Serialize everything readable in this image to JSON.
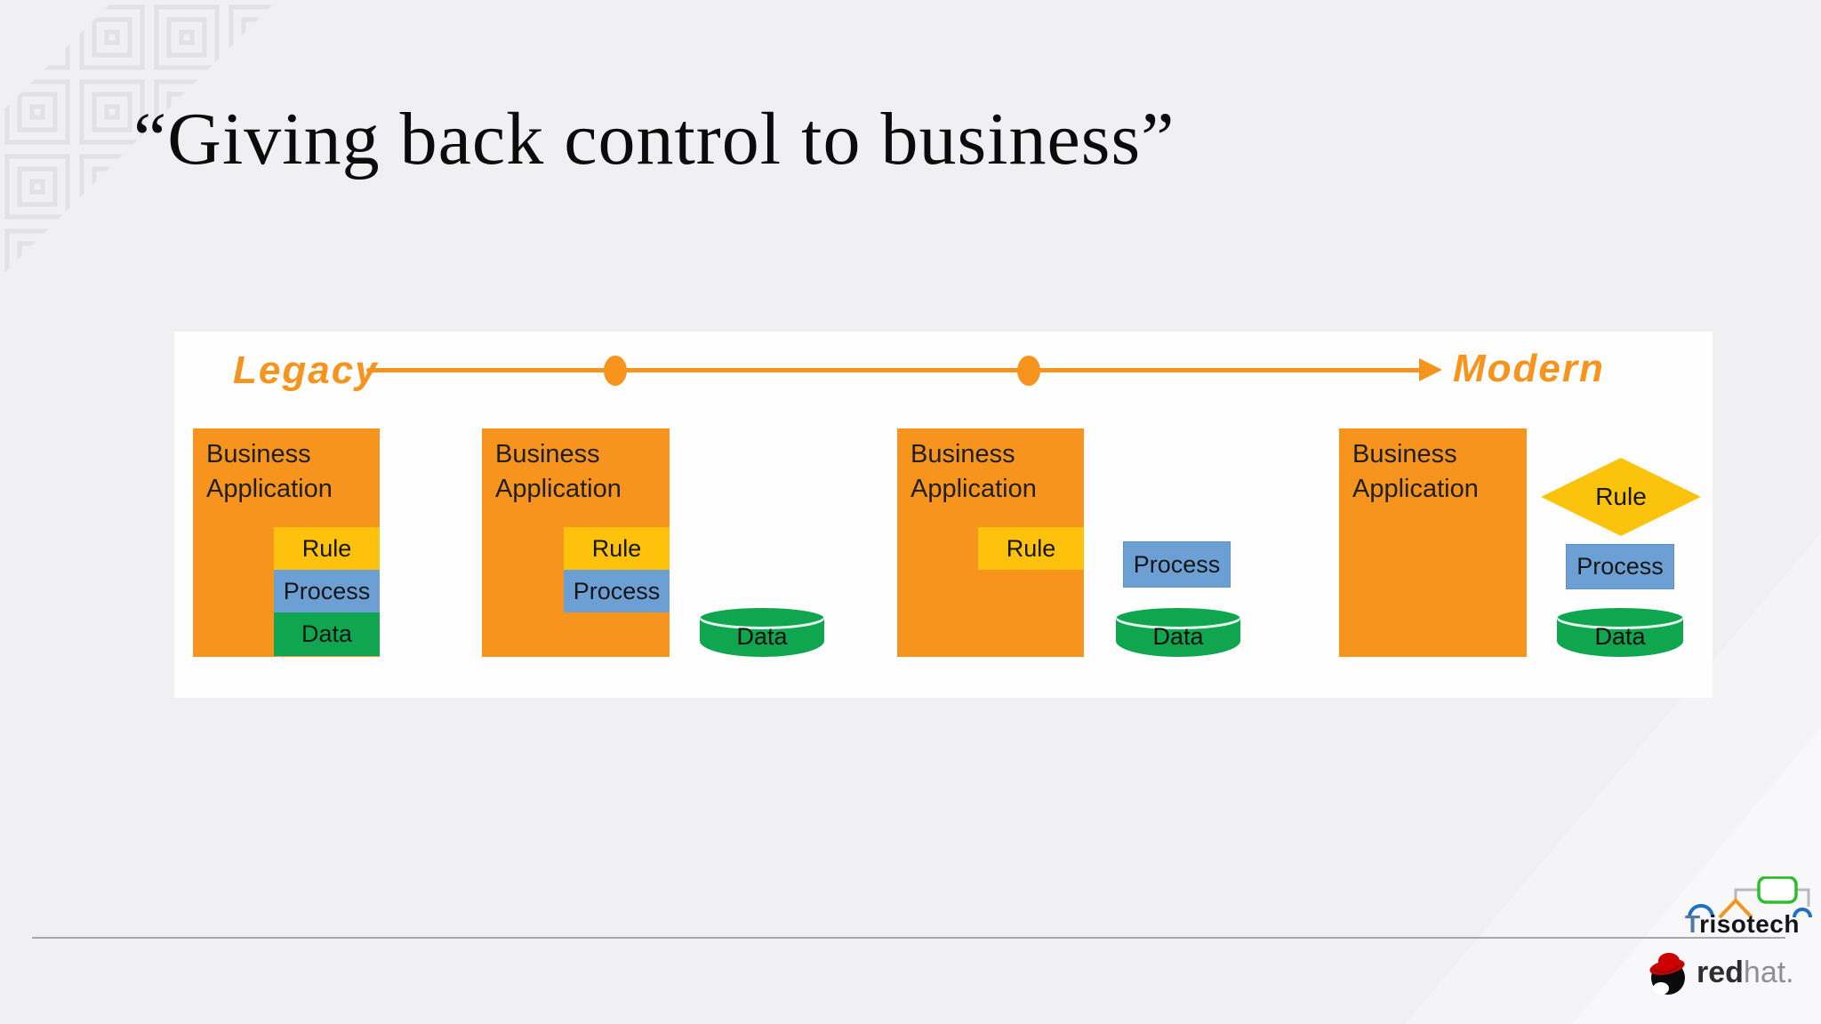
{
  "slide": {
    "title": "“Giving back control to business”"
  },
  "timeline": {
    "left_label": "Legacy",
    "right_label": "Modern",
    "color": "#f7941d",
    "dot_count": 2
  },
  "stages": [
    {
      "app_label": "Business Application",
      "rule_label": "Rule",
      "process_label": "Process",
      "data_label": "Data"
    },
    {
      "app_label": "Business Application",
      "rule_label": "Rule",
      "process_label": "Process",
      "data_label": "Data"
    },
    {
      "app_label": "Business Application",
      "rule_label": "Rule",
      "process_label": "Process",
      "data_label": "Data"
    },
    {
      "app_label": "Business Application",
      "rule_label": "Rule",
      "process_label": "Process",
      "data_label": "Data"
    }
  ],
  "colors": {
    "app_orange": "#f7941e",
    "rule_yellow": "#fec20d",
    "process_blue": "#6c9fd4",
    "data_green": "#10a64f",
    "background": "#f0f0f2",
    "panel": "#fefefe"
  },
  "footer": {
    "trisotech_initial": "T",
    "trisotech_rest": "risotech",
    "redhat_red": "red",
    "redhat_hat": "hat."
  }
}
